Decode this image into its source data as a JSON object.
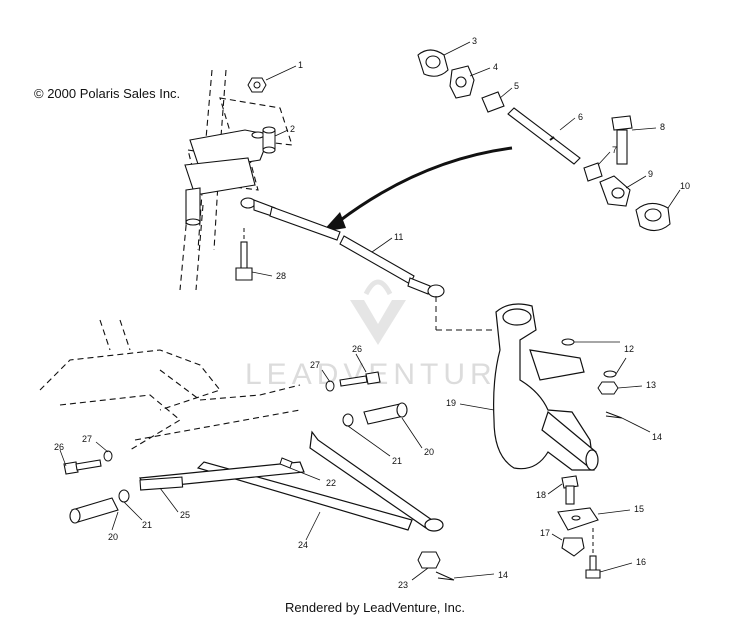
{
  "copyright": "© 2000 Polaris Sales Inc.",
  "footer": "Rendered by LeadVenture, Inc.",
  "watermark": "LEADVENTURE",
  "callouts": [
    {
      "id": "c1",
      "text": "1"
    },
    {
      "id": "c2",
      "text": "2"
    },
    {
      "id": "c3",
      "text": "3"
    },
    {
      "id": "c4",
      "text": "4"
    },
    {
      "id": "c5",
      "text": "5"
    },
    {
      "id": "c6",
      "text": "6"
    },
    {
      "id": "c7",
      "text": "7"
    },
    {
      "id": "c8",
      "text": "8"
    },
    {
      "id": "c9",
      "text": "9"
    },
    {
      "id": "c10",
      "text": "10"
    },
    {
      "id": "c11",
      "text": "11"
    },
    {
      "id": "c12",
      "text": "12"
    },
    {
      "id": "c13",
      "text": "13"
    },
    {
      "id": "c14a",
      "text": "14"
    },
    {
      "id": "c14b",
      "text": "14"
    },
    {
      "id": "c15",
      "text": "15"
    },
    {
      "id": "c16",
      "text": "16"
    },
    {
      "id": "c17",
      "text": "17"
    },
    {
      "id": "c18",
      "text": "18"
    },
    {
      "id": "c19",
      "text": "19"
    },
    {
      "id": "c20a",
      "text": "20"
    },
    {
      "id": "c20b",
      "text": "20"
    },
    {
      "id": "c21a",
      "text": "21"
    },
    {
      "id": "c21b",
      "text": "21"
    },
    {
      "id": "c22",
      "text": "22"
    },
    {
      "id": "c23",
      "text": "23"
    },
    {
      "id": "c24",
      "text": "24"
    },
    {
      "id": "c25",
      "text": "25"
    },
    {
      "id": "c26a",
      "text": "26"
    },
    {
      "id": "c26b",
      "text": "26"
    },
    {
      "id": "c27a",
      "text": "27"
    },
    {
      "id": "c27b",
      "text": "27"
    },
    {
      "id": "c28",
      "text": "28"
    }
  ]
}
